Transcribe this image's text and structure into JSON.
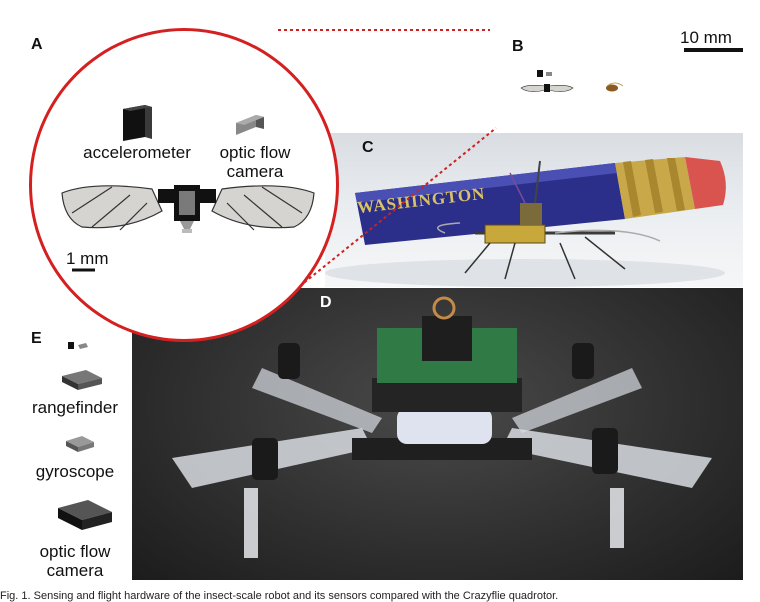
{
  "panels": {
    "a": "A",
    "b": "B",
    "c": "C",
    "d": "D",
    "e": "E"
  },
  "panel_a": {
    "accelerometer": "accelerometer",
    "optic_flow_camera": "optic flow\ncamera",
    "scale_bar": "1 mm"
  },
  "panel_b": {
    "scale_bar": "10 mm"
  },
  "panel_c": {
    "pencil_text": "WASHINGTON"
  },
  "panel_e": {
    "rangefinder": "rangefinder",
    "gyroscope": "gyroscope",
    "optic_flow_camera": "optic flow\ncamera"
  },
  "caption": "Fig. 1. Sensing and flight hardware of the insect-scale robot and its sensors compared with the Crazyflie quadrotor.",
  "colors": {
    "circle": "#d42020",
    "dots": "#cc2222",
    "wing": "#d6d4d0",
    "photo_bg": "#2e2e2e"
  }
}
